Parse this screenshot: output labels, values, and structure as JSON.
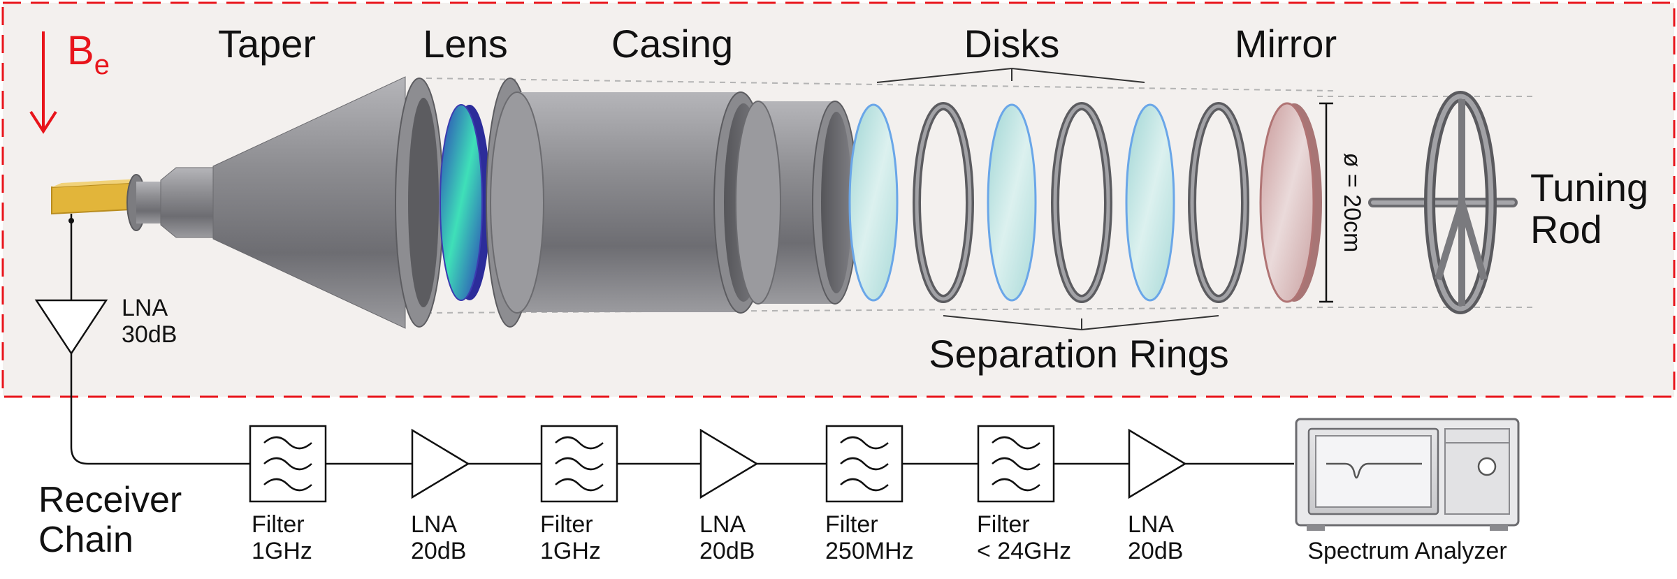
{
  "field": {
    "symbol": "B",
    "subscript": "e",
    "color": "#e8141b"
  },
  "setup_labels": {
    "taper": "Taper",
    "lens": "Lens",
    "casing": "Casing",
    "disks": "Disks",
    "mirror": "Mirror",
    "tuning_rod_line1": "Tuning",
    "tuning_rod_line2": "Rod",
    "separation_rings": "Separation Rings",
    "diameter": "ø = 20cm"
  },
  "first_lna": {
    "line1": "LNA",
    "line2": "30dB"
  },
  "receiver_chain": {
    "title_line1": "Receiver",
    "title_line2": "Chain",
    "components": [
      {
        "type": "filter",
        "line1": "Filter",
        "line2": "1GHz"
      },
      {
        "type": "lna",
        "line1": "LNA",
        "line2": "20dB"
      },
      {
        "type": "filter",
        "line1": "Filter",
        "line2": "1GHz"
      },
      {
        "type": "lna",
        "line1": "LNA",
        "line2": "20dB"
      },
      {
        "type": "filter",
        "line1": "Filter",
        "line2": "250MHz"
      },
      {
        "type": "filter",
        "line1": "Filter",
        "line2": "< 24GHz"
      },
      {
        "type": "lna",
        "line1": "LNA",
        "line2": "20dB"
      }
    ],
    "analyzer": "Spectrum Analyzer"
  },
  "colors": {
    "frame": "#e8141b",
    "frame_fill": "#f3f0ee",
    "metal": "#8e8e92",
    "disk": "#bfe3e3",
    "disk_edge": "#6aa6e8",
    "mirror": "#d7b3b3",
    "mirror_edge": "#b07474",
    "lens": "#3fd1b0",
    "lens_edge": "#3b3bb0",
    "antenna": "#e2b53a"
  }
}
